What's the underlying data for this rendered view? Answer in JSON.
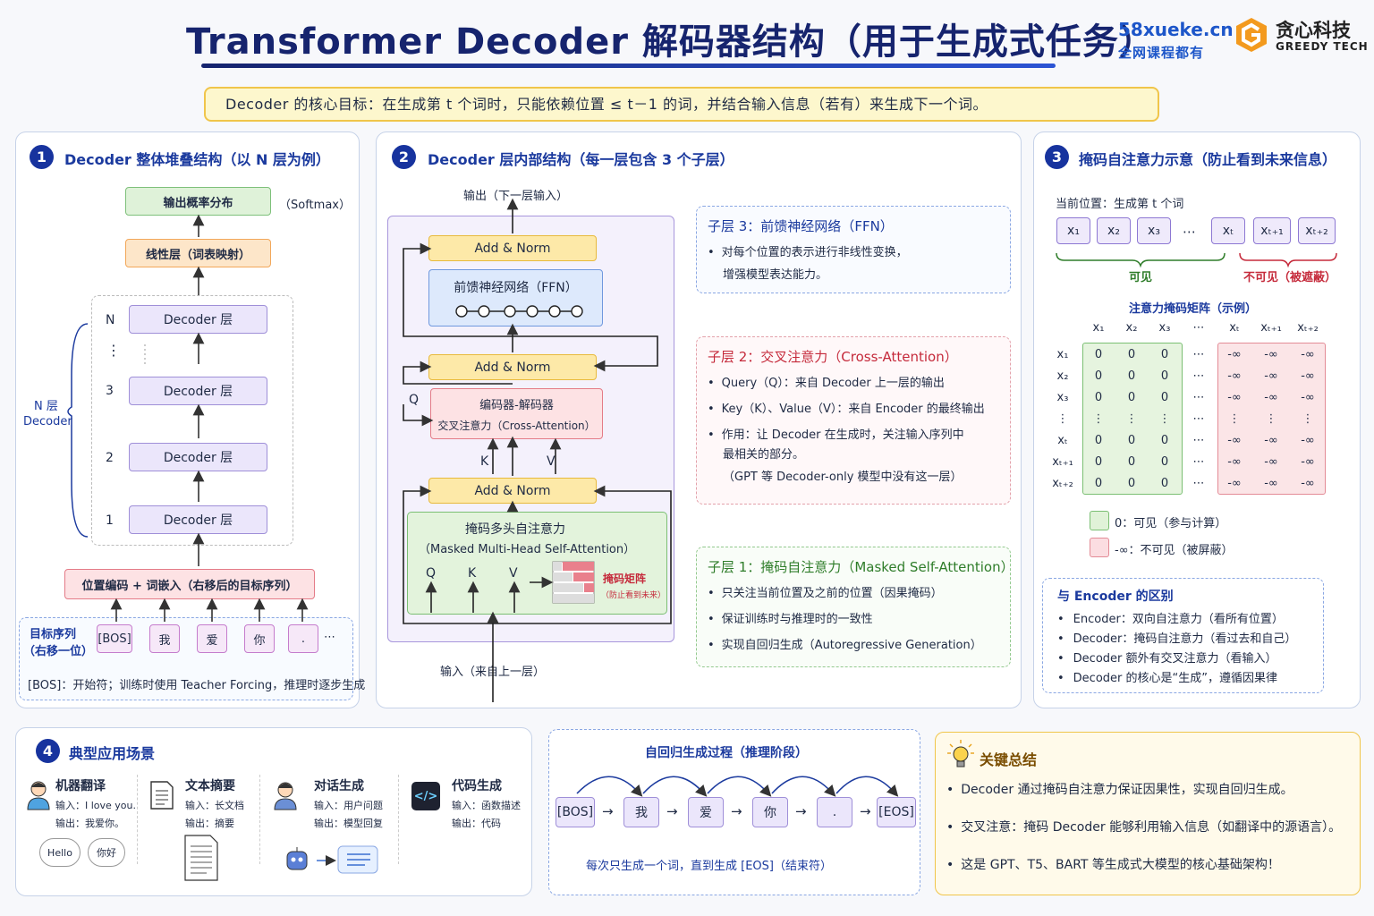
{
  "header": {
    "title": "Transformer Decoder 解码器结构（用于生成式任务）",
    "brand_site": "58xueke.cn",
    "brand_slogan": "全网课程都有",
    "logo_cn": "贪心科技",
    "logo_en": "GREEDY TECH",
    "logo_color": "#f39a1e"
  },
  "goal": "Decoder 的核心目标：在生成第 t 个词时，只能依赖位置 ≤ t－1 的词，并结合输入信息（若有）来生成下一个词。",
  "p1": {
    "num": "1",
    "title": "Decoder 整体堆叠结构（以 N 层为例）",
    "output": "输出概率分布",
    "softmax": "（Softmax）",
    "linear": "线性层（词表映射）",
    "layer_idx": [
      "N",
      "⋮",
      "3",
      "2",
      "1"
    ],
    "layer": "Decoder 层",
    "side": "N 层",
    "side2": "Decoder",
    "pos": "位置编码 + 词嵌入（右移后的目标序列）",
    "target": "目标序列",
    "target2": "（右移一位）",
    "tokens": [
      "[BOS]",
      "我",
      "爱",
      "你",
      "."
    ],
    "ellipsis": "⋯",
    "bos_note": "[BOS]：开始符；训练时使用 Teacher Forcing，推理时逐步生成"
  },
  "p2": {
    "num": "2",
    "title": "Decoder 层内部结构（每一层包含 3 个子层）",
    "out": "输出（下一层输入）",
    "add_norm": "Add & Norm",
    "ffn": "前馈神经网络（FFN）",
    "cross1": "编码器-解码器",
    "cross2": "交叉注意力（Cross-Attention）",
    "q": "Q",
    "k": "K",
    "v": "V",
    "mmha1": "掩码多头自注意力",
    "mmha2": "（Masked Multi-Head Self-Attention）",
    "mask_label": "掩码矩阵",
    "mask_note": "（防止看到未来）",
    "in": "输入（来自上一层）",
    "s3": {
      "title": "子层 3：前馈神经网络（FFN）",
      "items": [
        "对每个位置的表示进行非线性变换，",
        "增强模型表达能力。"
      ]
    },
    "s2": {
      "title": "子层 2：交叉注意力（Cross-Attention）",
      "items": [
        "Query（Q）：来自 Decoder 上一层的输出",
        "Key（K）、Value（V）：来自 Encoder 的最终输出",
        "作用：让 Decoder 在生成时，关注输入序列中",
        "最相关的部分。"
      ],
      "note": "（GPT 等 Decoder-only 模型中没有这一层）"
    },
    "s1": {
      "title": "子层 1：掩码自注意力（Masked Self-Attention）",
      "items": [
        "只关注当前位置及之前的位置（因果掩码）",
        "保证训练时与推理时的一致性",
        "实现自回归生成（Autoregressive Generation）"
      ]
    }
  },
  "p3": {
    "num": "3",
    "title": "掩码自注意力示意（防止看到未来信息）",
    "cur": "当前位置：生成第 t 个词",
    "seq": [
      "x₁",
      "x₂",
      "x₃",
      "⋯",
      "xₜ",
      "xₜ₊₁",
      "xₜ₊₂"
    ],
    "visible": "可见",
    "invisible": "不可见（被遮蔽）",
    "matrix_title": "注意力掩码矩阵（示例）",
    "cols": [
      "x₁",
      "x₂",
      "x₃",
      "⋯",
      "xₜ",
      "xₜ₊₁",
      "xₜ₊₂"
    ],
    "rows": [
      "x₁",
      "x₂",
      "x₃",
      "⋮",
      "xₜ",
      "xₜ₊₁",
      "xₜ₊₂"
    ],
    "zero": "0",
    "neg": "-∞",
    "vdots": "⋮",
    "dots": "⋯",
    "leg0": "0：可见（参与计算）",
    "leg1": "-∞：不可见（被屏蔽）",
    "diff_title": "与 Encoder 的区别",
    "diff": [
      "Encoder：双向自注意力（看所有位置）",
      "Decoder：掩码自注意力（看过去和自己）",
      "Decoder 额外有交叉注意力（看输入）",
      "Decoder 的核心是“生成”，遵循因果律"
    ]
  },
  "p4": {
    "num": "4",
    "title": "典型应用场景",
    "apps": [
      {
        "t": "机器翻译",
        "a": "输入：I love you.",
        "b": "输出：我爱你。"
      },
      {
        "t": "文本摘要",
        "a": "输入：长文档",
        "b": "输出：摘要"
      },
      {
        "t": "对话生成",
        "a": "输入：用户问题",
        "b": "输出：模型回复"
      },
      {
        "t": "代码生成",
        "a": "输入：函数描述",
        "b": "输出：代码"
      }
    ],
    "hello": "Hello",
    "nihao": "你好",
    "code_glyph": "</>"
  },
  "p5": {
    "title": "自回归生成过程（推理阶段）",
    "tokens": [
      "[BOS]",
      "我",
      "爱",
      "你",
      ".",
      "[EOS]"
    ],
    "arrow": "→",
    "note": "每次只生成一个词，直到生成 [EOS]（结束符）"
  },
  "p6": {
    "title": "关键总结",
    "items": [
      "Decoder 通过掩码自注意力保证因果性，实现自回归生成。",
      "交叉注意：掩码 Decoder 能够利用输入信息（如翻译中的源语言）。",
      "这是 GPT、T5、BART 等生成式大模型的核心基础架构！"
    ]
  }
}
